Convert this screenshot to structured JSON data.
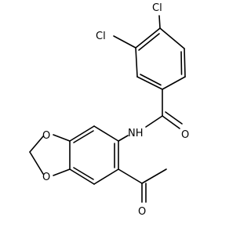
{
  "molecule": {
    "labels": {
      "cl_top": "Cl",
      "cl_left": "Cl",
      "carbonyl_o": "O",
      "amide_nh": "NH",
      "dioxole_o_top": "O",
      "dioxole_o_bottom": "O",
      "acetyl_o": "O"
    },
    "colors": {
      "bond": "#000000",
      "label": "#000000",
      "background": "#ffffff"
    }
  }
}
